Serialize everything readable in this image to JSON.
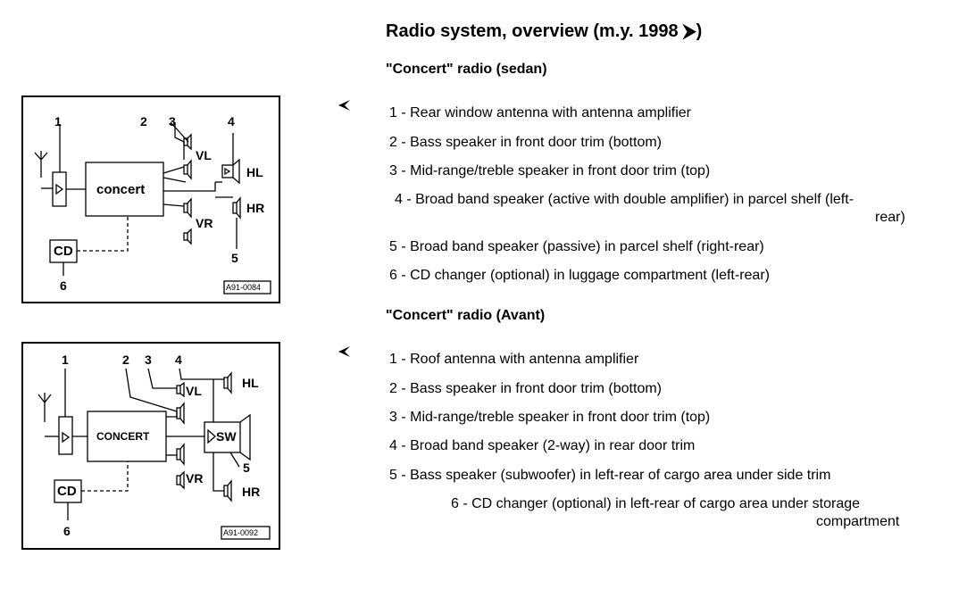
{
  "page": {
    "title": "Radio system, overview (m.y. 1998 ⮞)"
  },
  "sections": [
    {
      "heading": "\"Concert\" radio (sedan)",
      "items": [
        "1 - Rear window antenna with antenna amplifier",
        "2 - Bass speaker in front door trim (bottom)",
        "3 - Mid-range/treble speaker in front door trim (top)",
        "4 - Broad band speaker (active with double amplifier) in parcel shelf (left-",
        "rear)",
        "5 - Broad band speaker (passive) in parcel shelf (right-rear)",
        "6 - CD changer (optional) in luggage compartment (left-rear)"
      ],
      "figure": {
        "ref": "A91-0084",
        "labels": {
          "n1": "1",
          "n2": "2",
          "n3": "3",
          "n4": "4",
          "n5": "5",
          "n6": "6",
          "main": "concert",
          "cd": "CD",
          "vl": "VL",
          "vr": "VR",
          "hl": "HL",
          "hr": "HR"
        }
      }
    },
    {
      "heading": "\"Concert\" radio (Avant)",
      "items": [
        "1 - Roof antenna with antenna amplifier",
        "2 - Bass speaker in front door trim (bottom)",
        "3 - Mid-range/treble speaker in front door trim (top)",
        "4 - Broad band speaker (2-way) in rear door trim",
        "5 - Bass speaker (subwoofer) in left-rear of cargo area under side trim",
        "6 - CD changer (optional) in left-rear of cargo area under storage",
        "compartment"
      ],
      "figure": {
        "ref": "A91-0092",
        "labels": {
          "n1": "1",
          "n2": "2",
          "n3": "3",
          "n4": "4",
          "n5": "5",
          "n6": "6",
          "main": "CONCERT",
          "cd": "CD",
          "vl": "VL",
          "vr": "VR",
          "hl": "HL",
          "hr": "HR",
          "sw": "SW"
        }
      }
    }
  ]
}
